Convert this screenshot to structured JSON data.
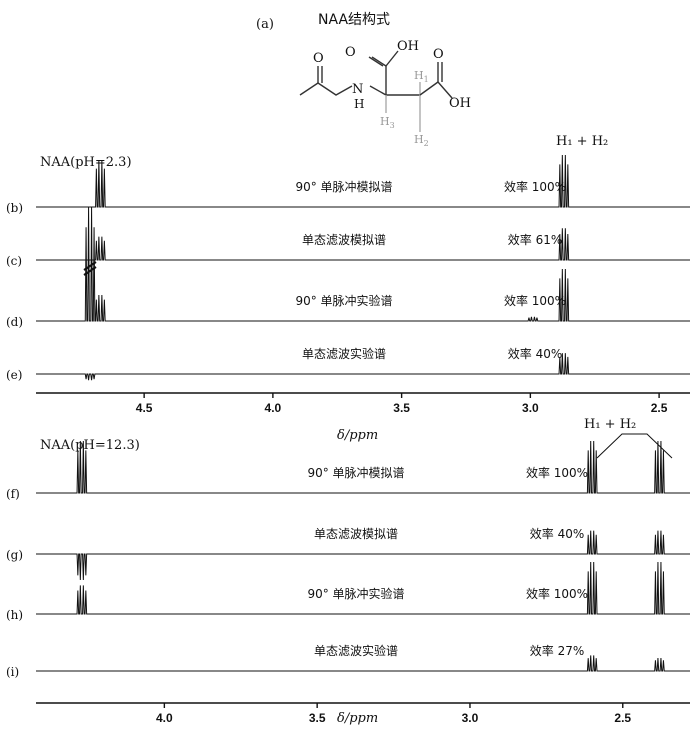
{
  "figure_label": "(a)",
  "structure_title": "NAA结构式",
  "molecule_atoms": {
    "o_acetyl": "O",
    "oh_top": "OH",
    "oh_right": "OH",
    "nh": "N",
    "nh_h": "H",
    "h1": "H",
    "h1_sub": "1",
    "h2": "H",
    "h2_sub": "2",
    "h3": "H",
    "h3_sub": "3",
    "o_right": "O"
  },
  "chart_data": [
    {
      "type": "line",
      "panel": "top",
      "sample_label": "NAA(pH=2.3)",
      "peak_label": "H₁ + H₂",
      "xlabel": "δ/ppm",
      "xlim": [
        4.92,
        2.38
      ],
      "x_ticks": [
        "4.5",
        "4.0",
        "3.5",
        "3.0",
        "2.5"
      ],
      "x_tick_values": [
        4.5,
        4.0,
        3.5,
        3.0,
        2.5
      ],
      "traces": [
        {
          "id": "b",
          "tag": "(b)",
          "name": "90° 单脉冲模拟谱",
          "efficiency": "效率 100%",
          "peaks": [
            {
              "ppm": 4.67,
              "height": 0.9
            },
            {
              "ppm": 2.87,
              "height": 1.0
            }
          ]
        },
        {
          "id": "c",
          "tag": "(c)",
          "name": "单态滤波模拟谱",
          "efficiency": "效率 61%",
          "peaks": [
            {
              "ppm": 4.67,
              "height": 0.45
            },
            {
              "ppm": 2.87,
              "height": 0.61
            }
          ]
        },
        {
          "id": "d",
          "tag": "(d)",
          "name": "90° 单脉冲实验谱",
          "efficiency": "效率 100%",
          "peaks": [
            {
              "ppm": 4.71,
              "height": 2.2
            },
            {
              "ppm": 4.67,
              "height": 0.5
            },
            {
              "ppm": 2.99,
              "height": 0.08
            },
            {
              "ppm": 2.87,
              "height": 1.0
            }
          ]
        },
        {
          "id": "e",
          "tag": "(e)",
          "name": "单态滤波实验谱",
          "efficiency": "效率 40%",
          "peaks": [
            {
              "ppm": 4.71,
              "height": -0.12
            },
            {
              "ppm": 2.87,
              "height": 0.4
            }
          ]
        }
      ]
    },
    {
      "type": "line",
      "panel": "bottom",
      "sample_label": "NAA(pH=12.3)",
      "peak_label": "H₁ + H₂",
      "xlabel": "δ/ppm",
      "xlim": [
        4.42,
        2.28
      ],
      "x_ticks": [
        "4.0",
        "3.5",
        "3.0",
        "2.5"
      ],
      "x_tick_values": [
        4.0,
        3.5,
        3.0,
        2.5
      ],
      "traces": [
        {
          "id": "f",
          "tag": "(f)",
          "name": "90° 单脉冲模拟谱",
          "efficiency": "效率 100%",
          "peaks": [
            {
              "ppm": 4.27,
              "height": 1.0
            },
            {
              "ppm": 2.6,
              "height": 1.0
            },
            {
              "ppm": 2.38,
              "height": 1.0
            }
          ]
        },
        {
          "id": "g",
          "tag": "(g)",
          "name": "单态滤波模拟谱",
          "efficiency": "效率 40%",
          "peaks": [
            {
              "ppm": 4.27,
              "height": -0.5
            },
            {
              "ppm": 2.6,
              "height": 0.45
            },
            {
              "ppm": 2.38,
              "height": 0.45
            }
          ]
        },
        {
          "id": "h",
          "tag": "(h)",
          "name": "90° 单脉冲实验谱",
          "efficiency": "效率 100%",
          "peaks": [
            {
              "ppm": 4.27,
              "height": 0.55
            },
            {
              "ppm": 2.6,
              "height": 1.0
            },
            {
              "ppm": 2.38,
              "height": 1.0
            }
          ]
        },
        {
          "id": "i",
          "tag": "(i)",
          "name": "单态滤波实验谱",
          "efficiency": "效率 27%",
          "peaks": [
            {
              "ppm": 2.6,
              "height": 0.3
            },
            {
              "ppm": 2.38,
              "height": 0.25
            }
          ]
        }
      ]
    }
  ]
}
